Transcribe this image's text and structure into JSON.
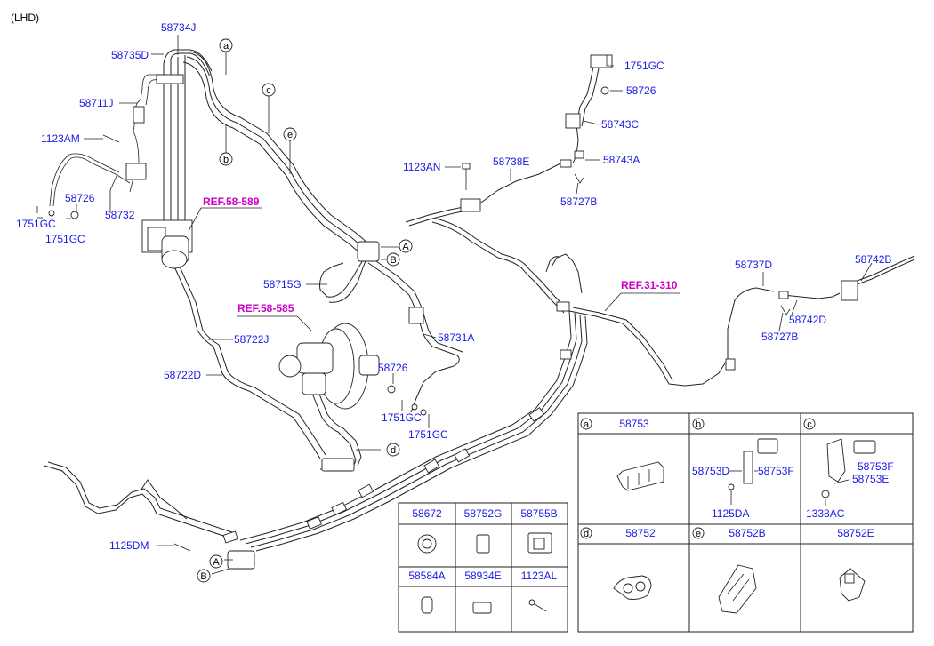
{
  "header": {
    "variant": "(LHD)"
  },
  "labels": {
    "p58734J": "58734J",
    "p58735D": "58735D",
    "p58711J": "58711J",
    "p1123AM": "1123AM",
    "p58726_l": "58726",
    "p1751GC_l1": "1751GC",
    "p1751GC_l2": "1751GC",
    "p58732": "58732",
    "ref58589": "REF.58-589",
    "p58715G": "58715G",
    "ref58585": "REF.58-585",
    "p58722J": "58722J",
    "p58722D": "58722D",
    "p58731A": "58731A",
    "p58726_m": "58726",
    "p1751GC_m1": "1751GC",
    "p1751GC_m2": "1751GC",
    "p1123AN": "1123AN",
    "p58738E": "58738E",
    "p1751GC_r": "1751GC",
    "p58726_r": "58726",
    "p58743C": "58743C",
    "p58743A": "58743A",
    "p58727B_t": "58727B",
    "ref31310": "REF.31-310",
    "p58737D": "58737D",
    "p58742B": "58742B",
    "p58742D": "58742D",
    "p58727B_r": "58727B",
    "p1125DM": "1125DM"
  },
  "callouts": {
    "a": "a",
    "b": "b",
    "c": "c",
    "d": "d",
    "e": "e",
    "A": "A",
    "B": "B"
  },
  "clip_table": {
    "a": {
      "letter": "a",
      "part": "58753"
    },
    "b": {
      "letter": "b",
      "p1": "58753D",
      "p2": "58753F",
      "p3": "1125DA"
    },
    "c": {
      "letter": "c",
      "p1": "58753F",
      "p2": "58753E",
      "p3": "1338AC"
    },
    "d": {
      "letter": "d",
      "part": "58752"
    },
    "e": {
      "letter": "e",
      "part": "58752B"
    },
    "f": {
      "part": "58752E"
    }
  },
  "small_table": {
    "row1": [
      "58672",
      "58752G",
      "58755B"
    ],
    "row2": [
      "58584A",
      "58934E",
      "1123AL"
    ]
  }
}
